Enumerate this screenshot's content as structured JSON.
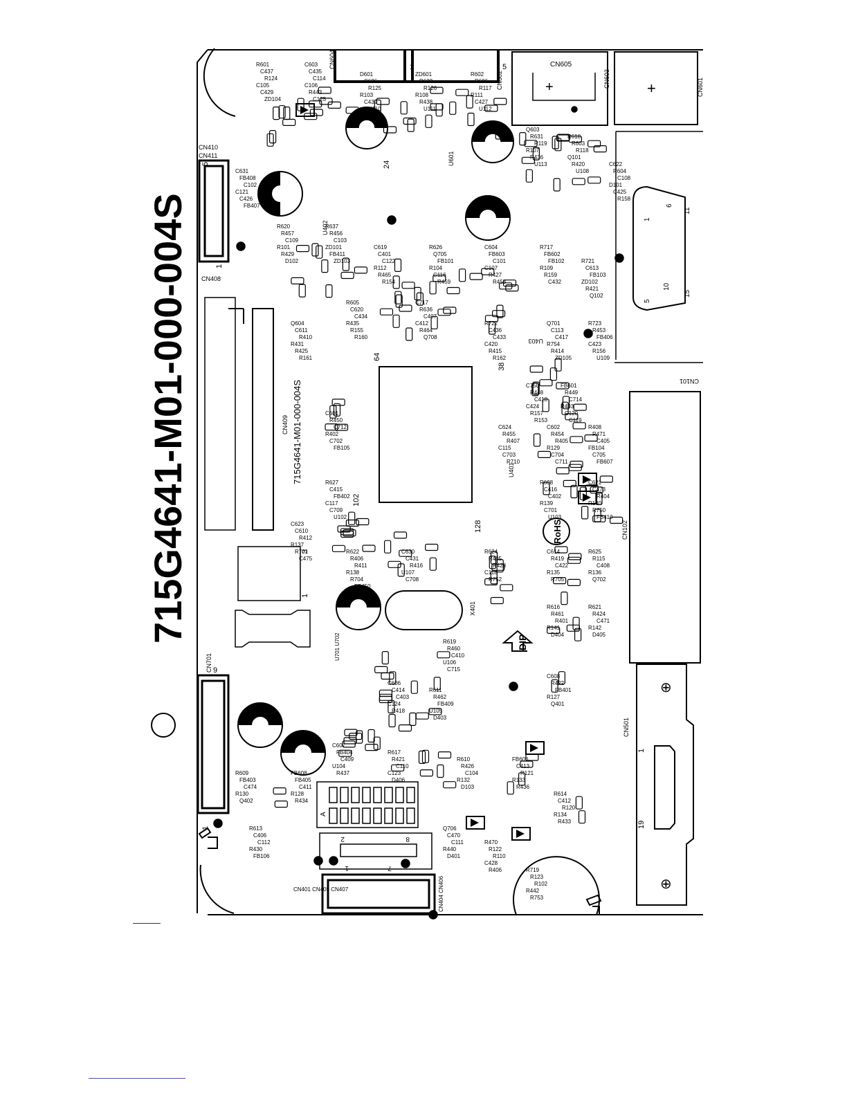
{
  "board": {
    "part_number": "715G4641-M01-000-004S",
    "silk_part_number": "715G4641-M01-000-004S",
    "rohs": "RoHS",
    "dip": "DIP"
  },
  "connectors": {
    "cn601": "CN601",
    "cn603": "CN603",
    "cn605": "CN605",
    "cn602": "CN602",
    "cn604": "CN604",
    "cn410": "CN410",
    "cn411": "CN411",
    "cn408": "CN408",
    "cn409": "CN409",
    "cn101": "CN101",
    "cn102": "CN102",
    "cn501": "CN501",
    "cn701": "CN701",
    "cn401": "CN401\nCN405\nCN407",
    "cn404": "CN404\nCN406"
  },
  "ics": {
    "u401": "U401",
    "u402": "U402",
    "u403": "U403",
    "u601": "U601",
    "u701": "U701\nU702",
    "x401": "X401"
  },
  "pin_marks": {
    "cn411_5": "5",
    "cn411_1": "1",
    "cn602_5": "5",
    "cn602_1": "1",
    "vga_1": "1",
    "vga_6": "6",
    "vga_11": "11",
    "vga_5": "5",
    "vga_10": "10",
    "vga_15": "15",
    "hdmi_1": "1",
    "hdmi_19": "19",
    "u401_64": "64",
    "u401_38": "38",
    "u401_102": "102",
    "u401_128": "128",
    "u601_24": "24",
    "cn701_9": "9",
    "cn701_1": "1",
    "u704_3": "3",
    "u704_1": "1",
    "cn405_2": "2",
    "cn405_8": "8",
    "cn405_1": "1",
    "cn405_7": "7",
    "dip_A": "A"
  },
  "components": [
    "R601",
    "C603",
    "D601",
    "ZD601",
    "R602",
    "Q603",
    "R618",
    "C622",
    "C631",
    "R620",
    "R637",
    "C619",
    "R626",
    "C604",
    "R717",
    "R721",
    "Q604",
    "R605",
    "C717",
    "R722",
    "Q701",
    "R723",
    "C750",
    "FB601",
    "C601",
    "C624",
    "C602",
    "R408",
    "R627",
    "R608",
    "C621",
    "C623",
    "R622",
    "C630",
    "R624",
    "C614",
    "R625",
    "R619",
    "R616",
    "R621",
    "C606",
    "R611",
    "C608",
    "R609",
    "FB608",
    "C607",
    "R617",
    "R610",
    "FB606",
    "R614",
    "R613",
    "Q706",
    "R470",
    "R719",
    "C437",
    "C435",
    "C626",
    "R632",
    "R606",
    "R631",
    "R603",
    "R604",
    "FB408",
    "R457",
    "R456",
    "C401",
    "Q705",
    "FB603",
    "FB602",
    "C613",
    "C611",
    "C620",
    "R636",
    "C436",
    "C113",
    "R453",
    "R448",
    "R449",
    "R450",
    "R455",
    "R454",
    "R471",
    "C415",
    "C416",
    "C473",
    "C610",
    "R406",
    "C431",
    "R405",
    "R419",
    "R115",
    "R460",
    "R461",
    "R424",
    "C414",
    "R462",
    "R422",
    "FB403",
    "FB405",
    "FB404",
    "R421",
    "R426",
    "C413",
    "C412",
    "C406",
    "C470",
    "R122",
    "R123",
    "R124",
    "C114",
    "R125",
    "R126",
    "R117",
    "R119",
    "R118",
    "C108",
    "C102",
    "C109",
    "C103",
    "C122",
    "FB101",
    "C101",
    "FB102",
    "FB103",
    "R410",
    "C434",
    "C407",
    "C433",
    "C417",
    "FB406",
    "C418",
    "C714",
    "C712",
    "R407",
    "R405",
    "C405",
    "FB402",
    "C402",
    "R404",
    "R412",
    "R411",
    "R416",
    "R428",
    "C422",
    "C408",
    "C410",
    "R401",
    "C471",
    "C403",
    "FB409",
    "FB401",
    "C474",
    "C411",
    "C409",
    "C110",
    "C104",
    "R121",
    "R120",
    "C112",
    "C111",
    "R110",
    "R102",
    "C105",
    "C106",
    "R103",
    "R108",
    "R111",
    "R107",
    "Q101",
    "D101",
    "C121",
    "R101",
    "ZD101",
    "R112",
    "R104",
    "C107",
    "R109",
    "ZD102",
    "R431",
    "R435",
    "C412",
    "C420",
    "R754",
    "C423",
    "C424",
    "R403",
    "R402",
    "C115",
    "R129",
    "FB104",
    "C117",
    "R139",
    "R140",
    "R137",
    "R138",
    "U107",
    "C118",
    "R135",
    "R136",
    "U106",
    "R141",
    "R142",
    "C124",
    "U105",
    "R127",
    "R130",
    "R128",
    "U104",
    "C123",
    "R132",
    "R133",
    "R134",
    "R430",
    "R440",
    "C428",
    "R442",
    "C429",
    "R443",
    "C439",
    "R438",
    "C427",
    "R436",
    "R420",
    "C425",
    "C426",
    "R429",
    "FB411",
    "R465",
    "C116",
    "R427",
    "R159",
    "R421",
    "R425",
    "R155",
    "R464",
    "R415",
    "R414",
    "R156",
    "R157",
    "C120",
    "C702",
    "C703",
    "C704",
    "C705",
    "C709",
    "C701",
    "R750",
    "R701",
    "R704",
    "C708",
    "R752",
    "R705",
    "Q702",
    "C715",
    "D404",
    "D405",
    "R418",
    "D403",
    "Q401",
    "Q402",
    "R434",
    "R437",
    "D406",
    "D103",
    "R436",
    "R433",
    "FB106",
    "D401",
    "R406",
    "R753",
    "ZD104",
    "C125",
    "U110",
    "U111",
    "U112",
    "U113",
    "U108",
    "R158",
    "FB407",
    "D102",
    "ZD103",
    "R154",
    "R459",
    "R458",
    "C432",
    "Q102",
    "R161",
    "R160",
    "Q708",
    "R162",
    "ZD105",
    "U109",
    "R153",
    "C119",
    "FB105",
    "R710",
    "C711",
    "FB607",
    "U102",
    "U103",
    "FB410",
    "C475",
    "FB450"
  ]
}
